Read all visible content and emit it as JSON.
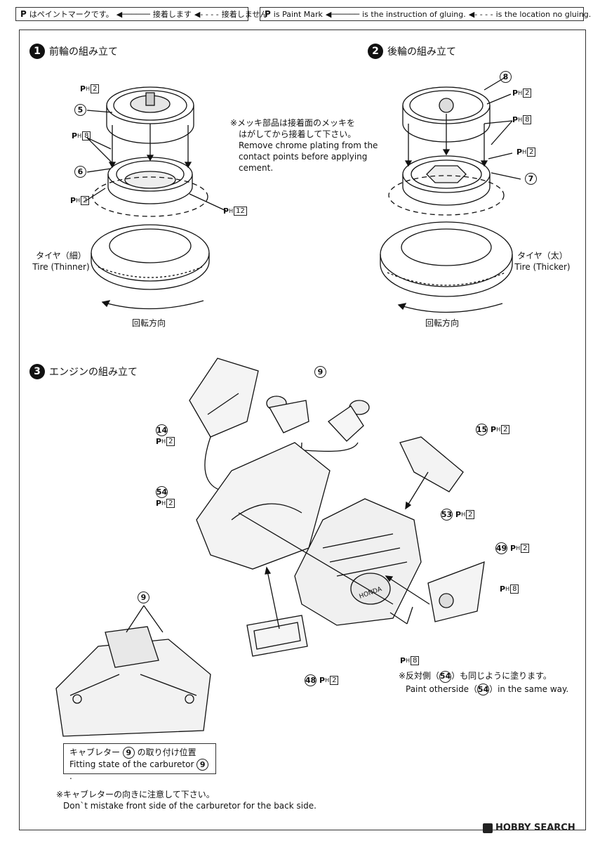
{
  "legend_jp": {
    "paint_mark": "はペイントマークです。",
    "glue": "接着します",
    "no_glue": "接着しません"
  },
  "legend_en": {
    "paint_mark": "is Paint Mark",
    "glue": "is the instruction of gluing.",
    "no_glue": "is the location no gluing."
  },
  "steps": [
    {
      "num": "1",
      "title": "前輪の組み立て"
    },
    {
      "num": "2",
      "title": "後輪の組み立て"
    },
    {
      "num": "3",
      "title": "エンジンの組み立て"
    }
  ],
  "step1": {
    "chrome_note_jp_1": "※メッキ部品は接着面のメッキを",
    "chrome_note_jp_2": "はがしてから接着して下さい。",
    "chrome_note_en_1": "Remove chrome plating from the",
    "chrome_note_en_2": "contact points before applying",
    "chrome_note_en_3": "cement.",
    "tire_jp": "タイヤ（細）",
    "tire_en": "Tire (Thinner)",
    "rotation": "回転方向"
  },
  "step2": {
    "tire_jp": "タイヤ（太）",
    "tire_en": "Tire (Thicker)",
    "rotation": "回転方向"
  },
  "step3": {
    "paint_other_jp_a": "※反対側（",
    "paint_other_jp_b": "）も同じように塗ります。",
    "paint_other_en_a": "Paint otherside（",
    "paint_other_en_b": "）in the same way.",
    "carb_jp_a": "キャブレター",
    "carb_jp_b": "の取り付け位置",
    "carb_en_a": "Fitting state of the carburetor",
    "carb_en_b": ".",
    "orient_jp": "※キャブレターの向きに注意して下さい。",
    "orient_en": "Don`t mistake front side of the carburetor for the back side.",
    "engine_brand": "HONDA"
  },
  "parts": {
    "p5": "5",
    "p6": "6",
    "p7": "7",
    "p8": "8",
    "p9": "9",
    "p14": "14",
    "p15": "15",
    "p48": "48",
    "p49": "49",
    "p53": "53",
    "p54": "54"
  },
  "paint": {
    "mark": "P",
    "sub": "H",
    "c2": "2",
    "c8": "8",
    "c12": "12"
  },
  "watermark": "HOBBY SEARCH"
}
